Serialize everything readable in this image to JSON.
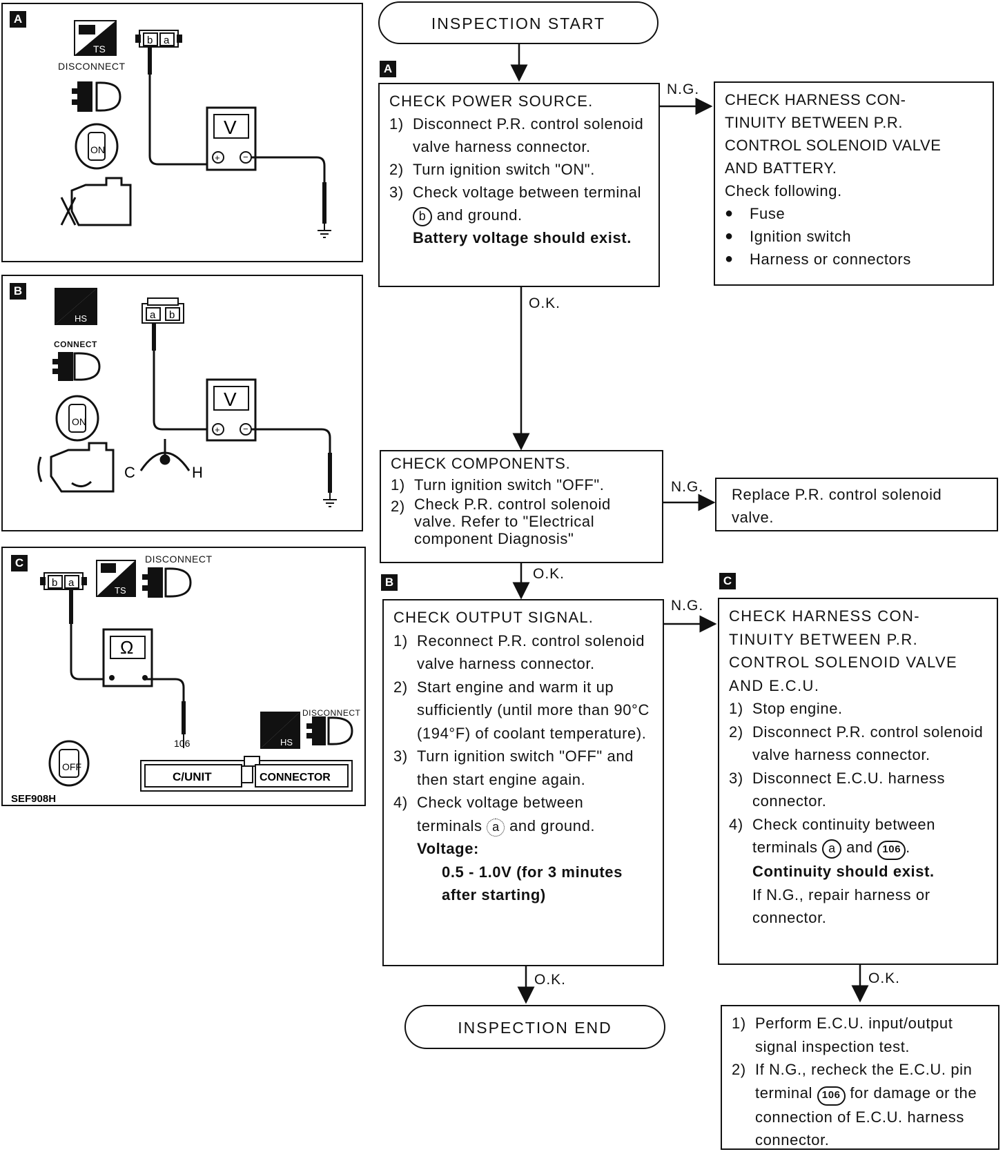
{
  "panels": {
    "a": {
      "tag": "A",
      "disconnect": "DISCONNECT",
      "meter": "V",
      "connector_terminals": [
        "b",
        "a"
      ],
      "ign_icon": "TS",
      "key_pos": "ON"
    },
    "b": {
      "tag": "B",
      "connect": "CONNECT",
      "meter": "V",
      "connector_terminals": [
        "a",
        "b"
      ],
      "ign_icon": "HS",
      "key_pos": "ON",
      "gauge_c": "C",
      "gauge_h": "H"
    },
    "c": {
      "tag": "C",
      "disconnect_top": "DISCONNECT",
      "disconnect_bottom": "DISCONNECT",
      "meter": "Ω",
      "connector_terminals": [
        "b",
        "a"
      ],
      "ign_icon_top": "TS",
      "ign_icon_bottom": "HS",
      "key_pos": "OFF",
      "pin": "106",
      "cunit": "C/UNIT",
      "connector_label": "CONNECTOR",
      "code": "SEF908H"
    }
  },
  "flow": {
    "start": "INSPECTION START",
    "end": "INSPECTION END",
    "ok": "O.K.",
    "ng": "N.G.",
    "tags": {
      "a": "A",
      "b": "B",
      "c": "C"
    },
    "power": {
      "title": "CHECK POWER SOURCE.",
      "s1n": "1)",
      "s1": "Disconnect P.R. control solenoid valve harness connector.",
      "s2n": "2)",
      "s2": "Turn ignition switch \"ON\".",
      "s3n": "3)",
      "s3a": "Check voltage between terminal",
      "s3term": "b",
      "s3b": "and ground.",
      "s3c": "Battery voltage should exist."
    },
    "harness_batt": {
      "l1": "CHECK HARNESS CON-",
      "l2": "TINUITY BETWEEN P.R.",
      "l3": "CONTROL SOLENOID VALVE",
      "l4": "AND BATTERY.",
      "check": "Check following.",
      "b1": "Fuse",
      "b2": "Ignition switch",
      "b3": "Harness or connectors"
    },
    "components": {
      "title": "CHECK COMPONENTS.",
      "s1n": "1)",
      "s1": "Turn ignition switch \"OFF\".",
      "s2n": "2)",
      "s2": "Check P.R. control solenoid valve. Refer to \"Electrical component Diagnosis\""
    },
    "replace": "Replace P.R. control solenoid valve.",
    "output": {
      "title": "CHECK OUTPUT SIGNAL.",
      "s1n": "1)",
      "s1": "Reconnect P.R. control solenoid valve harness connector.",
      "s2n": "2)",
      "s2": "Start engine and warm it up sufficiently (until more than 90°C (194°F) of coolant temperature).",
      "s3n": "3)",
      "s3": "Turn ignition switch \"OFF\" and then start engine again.",
      "s4n": "4)",
      "s4a": "Check voltage between terminals",
      "s4term": "a",
      "s4b": "and ground.",
      "volt_label": "Voltage:",
      "volt_value": "0.5 - 1.0V (for 3 minutes after starting)"
    },
    "harness_ecu": {
      "l1": "CHECK HARNESS CON-",
      "l2": "TINUITY BETWEEN P.R.",
      "l3": "CONTROL SOLENOID VALVE",
      "l4": "AND E.C.U.",
      "s1n": "1)",
      "s1": "Stop engine.",
      "s2n": "2)",
      "s2": "Disconnect P.R. control solenoid valve harness connector.",
      "s3n": "3)",
      "s3": "Disconnect E.C.U. harness connector.",
      "s4n": "4)",
      "s4a": "Check continuity between terminals",
      "s4term1": "a",
      "s4mid": "and",
      "s4term2": "106",
      "s4c": "Continuity should exist.",
      "s4d": "If N.G., repair harness or connector."
    },
    "ecu_test": {
      "s1n": "1)",
      "s1": "Perform E.C.U. input/output signal inspection test.",
      "s2n": "2)",
      "s2a": "If N.G., recheck the E.C.U. pin terminal",
      "s2term": "106",
      "s2b": "for damage or the connection of E.C.U. harness connector."
    }
  }
}
